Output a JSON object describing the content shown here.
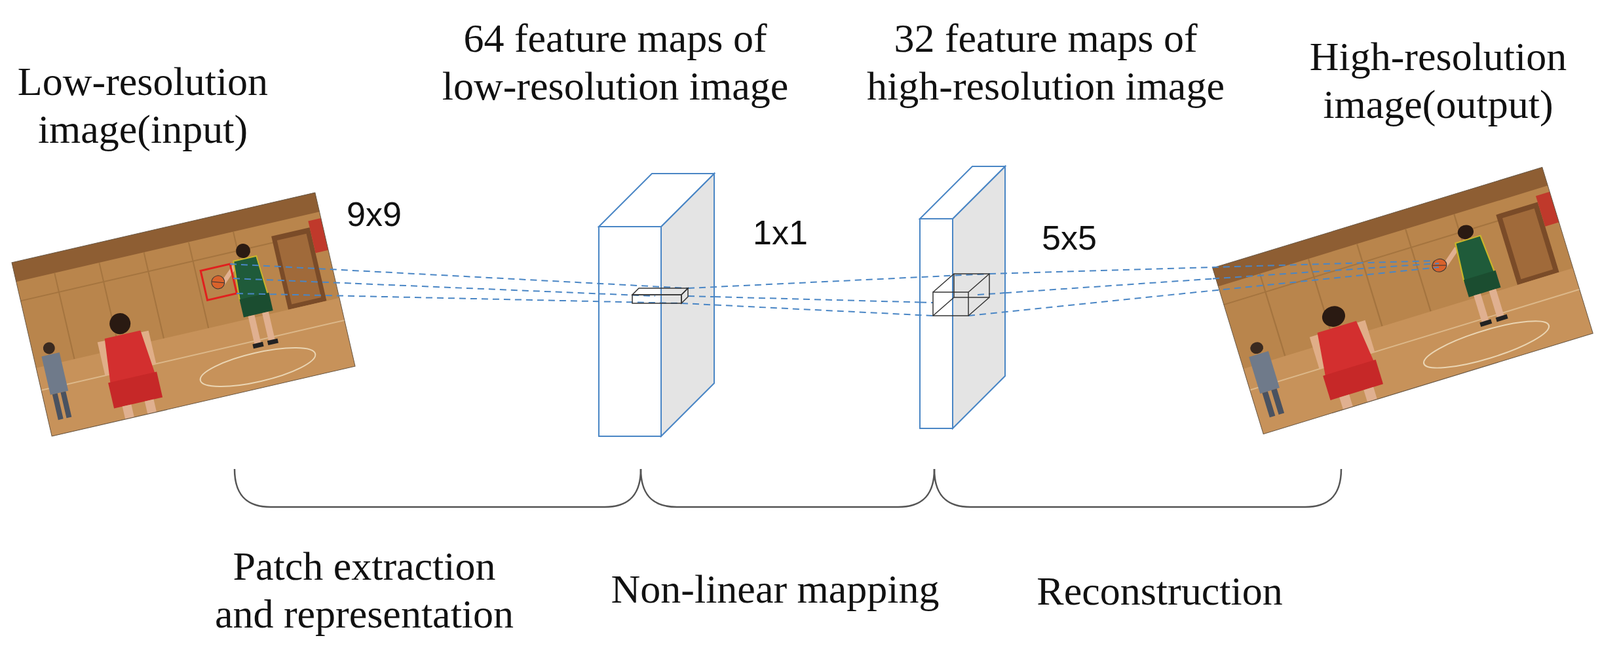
{
  "diagram": {
    "nodes": [
      {
        "text": [
          "Low-resolution image(input)"
        ]
      },
      {
        "text": [
          "64 feature maps of low-resolution image"
        ]
      },
      {
        "text": [
          "32 feature maps of high-resolution image"
        ]
      },
      {
        "text": [
          "High-resolution image(output)"
        ]
      }
    ],
    "edges": [
      {
        "from": 0,
        "to": 1,
        "arrow": "none",
        "label": "9x9"
      },
      {
        "from": 1,
        "to": 2,
        "arrow": "none",
        "label": "1x1"
      },
      {
        "from": 2,
        "to": 3,
        "arrow": "none",
        "label": "5x5"
      }
    ],
    "labels": [
      "Patch extraction and representation",
      "Non-linear mapping",
      "Reconstruction"
    ]
  }
}
